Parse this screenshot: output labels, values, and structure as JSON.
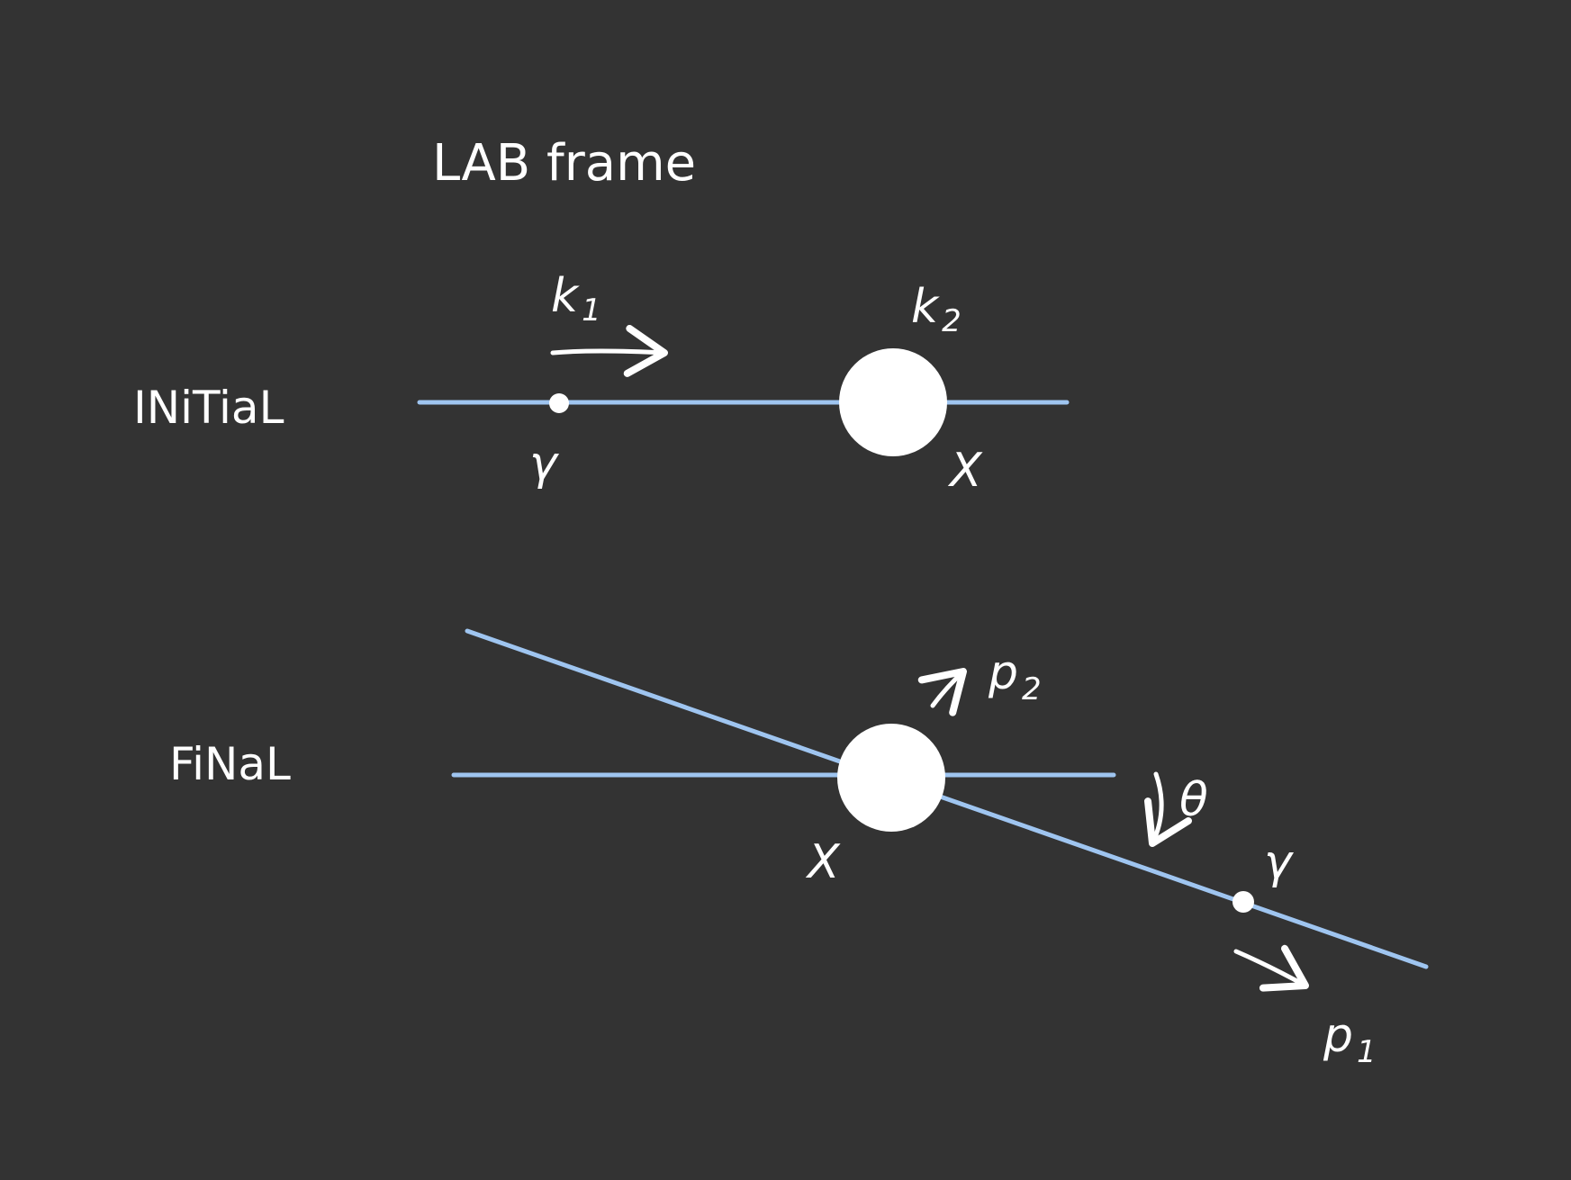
{
  "title": "LAB frame",
  "colors": {
    "background": "#333333",
    "line": "#9fc5f0",
    "particle": "#ffffff",
    "ink": "#ffffff"
  },
  "initial": {
    "label": "INiTiaL",
    "photon_symbol": "γ",
    "photon_momentum": "k",
    "photon_momentum_sub": "1",
    "target_momentum": "k",
    "target_momentum_sub": "2",
    "target_symbol": "X"
  },
  "final": {
    "label": "FiNaL",
    "target_symbol": "X",
    "target_momentum": "p",
    "target_momentum_sub": "2",
    "angle_symbol": "θ",
    "photon_symbol": "γ",
    "photon_momentum": "p",
    "photon_momentum_sub": "1"
  },
  "icons": {
    "photon_particle": "small-dot",
    "target_particle": "large-circle",
    "momentum_arrow": "arrow-icon"
  }
}
